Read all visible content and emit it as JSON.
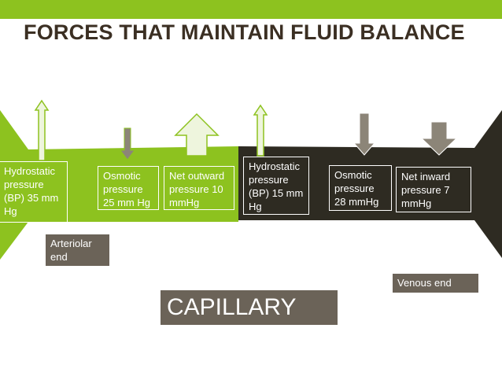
{
  "title": "FORCES THAT MAINTAIN FLUID  BALANCE",
  "colors": {
    "accent_green": "#8dc21f",
    "dark_segment": "#2e2b22",
    "title_brown": "#3b2f23",
    "label_taupe": "#6b6358",
    "arrow_light": "#eef5dd",
    "arrow_gray": "#8c8578"
  },
  "arterial_side": {
    "hydrostatic": "Hydrostatic pressure (BP) 35 mm Hg",
    "osmotic": "Osmotic pressure 25 mm Hg",
    "net": "Net outward pressure 10 mmHg",
    "end_label": "Arteriolar end"
  },
  "venous_side": {
    "hydrostatic": "Hydrostatic pressure (BP) 15 mm Hg",
    "osmotic": "Osmotic pressure 28 mmHg",
    "net": "Net inward pressure 7 mmHg",
    "end_label": "Venous end"
  },
  "capillary_label": "CAPILLARY"
}
